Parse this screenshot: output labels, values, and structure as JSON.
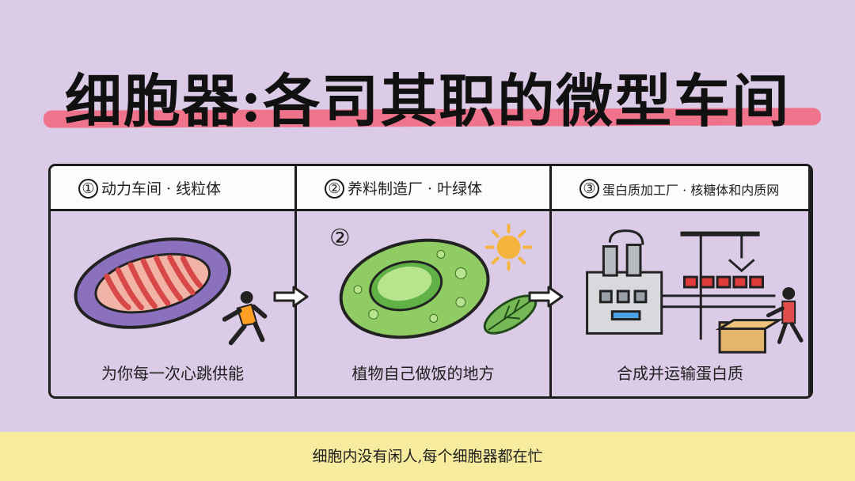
{
  "slide": {
    "title": "细胞器:各司其职的微型车间",
    "panels": [
      {
        "number": "①",
        "header": "动力车间 · 线粒体",
        "caption": "为你每一次心跳供能",
        "icon": "mitochondrion-runner"
      },
      {
        "number": "②",
        "header": "养料制造厂 · 叶绿体",
        "caption": "植物自己做饭的地方",
        "icon": "chloroplast-sun-leaf",
        "badge": "②"
      },
      {
        "number": "③",
        "header": "蛋白质加工厂 · 核糖体和内质网",
        "caption": "合成并运输蛋白质",
        "icon": "factory-conveyor-worker"
      }
    ],
    "footer": "细胞内没有闲人,每个细胞器都在忙"
  },
  "colors": {
    "background": "#dccbe6",
    "highlight": "#ef6f86",
    "footer": "#f7ec9e",
    "mitochondria": "#8b70bd",
    "chloroplast": "#8fcc63",
    "sun": "#f4b43d"
  }
}
